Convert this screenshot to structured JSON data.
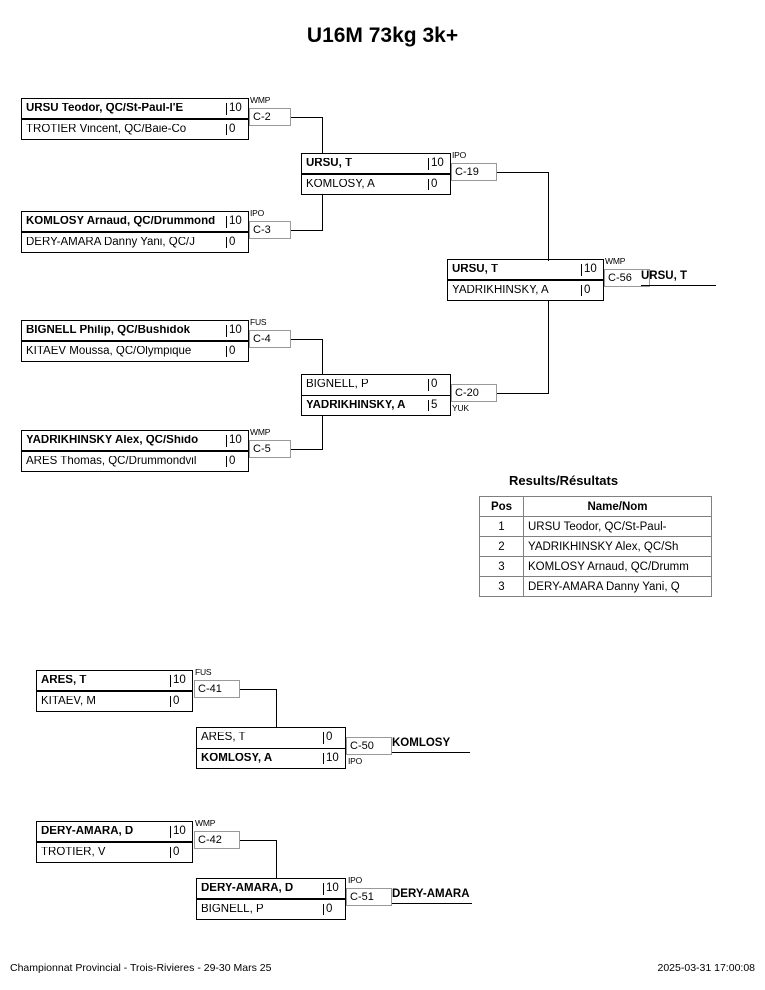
{
  "title": "U16M 73kg 3k+",
  "bracket": {
    "main": {
      "round1": [
        {
          "code": "C-2",
          "tag": "WMP",
          "tag_pos": "above",
          "competitors": [
            {
              "name": "URSU Teodor, QC/St-Paul-l'E",
              "score": "10",
              "winner": true
            },
            {
              "name": "TROTIER Vincent, QC/Baie-Co",
              "score": "0",
              "winner": false
            }
          ]
        },
        {
          "code": "C-3",
          "tag": "IPO",
          "tag_pos": "above",
          "competitors": [
            {
              "name": "KOMLOSY Arnaud, QC/Drummond",
              "score": "10",
              "winner": true
            },
            {
              "name": "DERY-AMARA Danny Yani, QC/J",
              "score": "0",
              "winner": false
            }
          ]
        },
        {
          "code": "C-4",
          "tag": "FUS",
          "tag_pos": "above",
          "competitors": [
            {
              "name": "BIGNELL Philip, QC/Bushidok",
              "score": "10",
              "winner": true
            },
            {
              "name": "KITAEV Moussa, QC/Olympique",
              "score": "0",
              "winner": false
            }
          ]
        },
        {
          "code": "C-5",
          "tag": "WMP",
          "tag_pos": "above",
          "competitors": [
            {
              "name": "YADRIKHINSKY Alex, QC/Shido",
              "score": "10",
              "winner": true
            },
            {
              "name": "ARES Thomas, QC/Drummondvil",
              "score": "0",
              "winner": false
            }
          ]
        }
      ],
      "semis": [
        {
          "code": "C-19",
          "tag": "IPO",
          "tag_pos": "above",
          "competitors": [
            {
              "name": "URSU, T",
              "score": "10",
              "winner": true
            },
            {
              "name": "KOMLOSY, A",
              "score": "0",
              "winner": false
            }
          ]
        },
        {
          "code": "C-20",
          "tag": "YUK",
          "tag_pos": "below",
          "competitors": [
            {
              "name": "BIGNELL, P",
              "score": "0",
              "winner": false
            },
            {
              "name": "YADRIKHINSKY, A",
              "score": "5",
              "winner": true
            }
          ]
        }
      ],
      "final": {
        "code": "C-56",
        "tag": "WMP",
        "tag_pos": "above",
        "competitors": [
          {
            "name": "URSU, T",
            "score": "10",
            "winner": true
          },
          {
            "name": "YADRIKHINSKY, A",
            "score": "0",
            "winner": false
          }
        ],
        "winner_label": "URSU, T"
      }
    },
    "repechage": {
      "branch_a": {
        "round1": {
          "code": "C-41",
          "tag": "FUS",
          "tag_pos": "above",
          "competitors": [
            {
              "name": "ARES, T",
              "score": "10",
              "winner": true
            },
            {
              "name": "KITAEV, M",
              "score": "0",
              "winner": false
            }
          ]
        },
        "round2": {
          "code": "C-50",
          "tag": "IPO",
          "tag_pos": "below",
          "competitors": [
            {
              "name": "ARES, T",
              "score": "0",
              "winner": false
            },
            {
              "name": "KOMLOSY, A",
              "score": "10",
              "winner": true
            }
          ],
          "winner_label": "KOMLOSY"
        }
      },
      "branch_b": {
        "round1": {
          "code": "C-42",
          "tag": "WMP",
          "tag_pos": "above",
          "competitors": [
            {
              "name": "DERY-AMARA, D",
              "score": "10",
              "winner": true
            },
            {
              "name": "TROTIER, V",
              "score": "0",
              "winner": false
            }
          ]
        },
        "round2": {
          "code": "C-51",
          "tag": "IPO",
          "tag_pos": "above",
          "competitors": [
            {
              "name": "DERY-AMARA, D",
              "score": "10",
              "winner": true
            },
            {
              "name": "BIGNELL, P",
              "score": "0",
              "winner": false
            }
          ],
          "winner_label": "DERY-AMARA"
        }
      }
    }
  },
  "results": {
    "title": "Results/Résultats",
    "headers": {
      "pos": "Pos",
      "name": "Name/Nom"
    },
    "rows": [
      {
        "pos": "1",
        "name": "URSU Teodor, QC/St-Paul-"
      },
      {
        "pos": "2",
        "name": "YADRIKHINSKY Alex, QC/Sh"
      },
      {
        "pos": "3",
        "name": "KOMLOSY Arnaud, QC/Drumm"
      },
      {
        "pos": "3",
        "name": "DERY-AMARA Danny Yani, Q"
      }
    ]
  },
  "footer": {
    "event": "Championnat Provincial - Trois-Rivieres - 29-30 Mars 25",
    "timestamp": "2025-03-31 17:00:08"
  }
}
